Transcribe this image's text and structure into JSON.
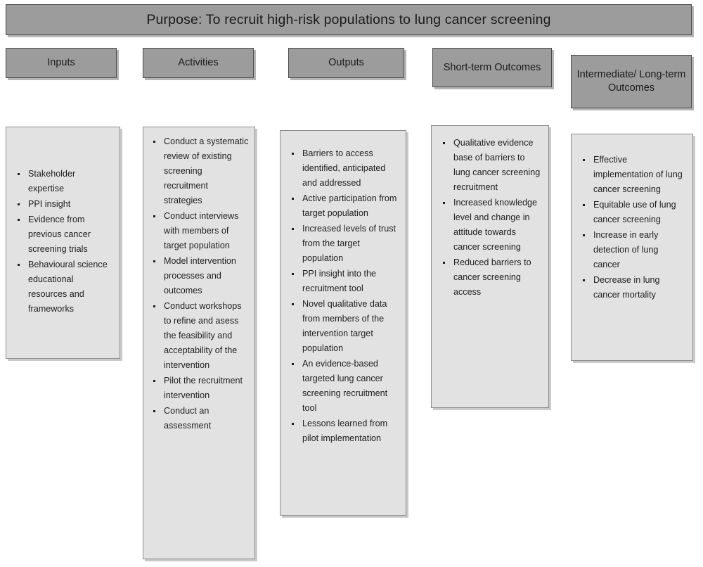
{
  "purpose": {
    "text": "Purpose: To recruit high-risk populations to lung cancer screening"
  },
  "columns": [
    {
      "id": "inputs",
      "header": "Inputs",
      "items": [
        "Stakeholder expertise",
        "PPI insight",
        "Evidence from previous cancer screening trials",
        "Behavioural science educational resources and frameworks"
      ]
    },
    {
      "id": "activities",
      "header": "Activities",
      "items": [
        "Conduct a systematic review of existing screening recruitment strategies",
        "Conduct interviews with members of target population",
        "Model intervention processes and outcomes",
        "Conduct workshops to refine and asess the feasibility and acceptability of the intervention",
        "Pilot the recruitment intervention",
        "Conduct an assessment"
      ]
    },
    {
      "id": "outputs",
      "header": "Outputs",
      "items": [
        "Barriers to access identified, anticipated and addressed",
        "Active participation from target population",
        "Increased levels of trust from the target population",
        "PPI insight into the recruitment tool",
        "Novel qualitative data from members of the intervention target population",
        "An evidence-based targeted lung cancer screening recruitment tool",
        "Lessons learned from pilot implementation"
      ]
    },
    {
      "id": "short-term-outcomes",
      "header": "Short-term Outcomes",
      "items": [
        "Qualitative evidence base of barriers to lung cancer screening recruitment",
        "Increased knowledge level and change in attitude towards cancer screening",
        "Reduced barriers to cancer screening access"
      ]
    },
    {
      "id": "intermediate-long-term-outcomes",
      "header": "Intermediate/ Long-term Outcomes",
      "items": [
        "Effective implementation of lung cancer screening",
        "Equitable use of lung cancer screening",
        "Increase in early detection of lung cancer",
        "Decrease in lung cancer mortality"
      ]
    }
  ],
  "colors": {
    "header_fill": "#9c9c9c",
    "header_border": "#4a4a4a",
    "content_fill": "#e2e2e2",
    "content_border": "#8c8c8c",
    "text": "#1e1e1e",
    "page_background": "#ffffff"
  }
}
